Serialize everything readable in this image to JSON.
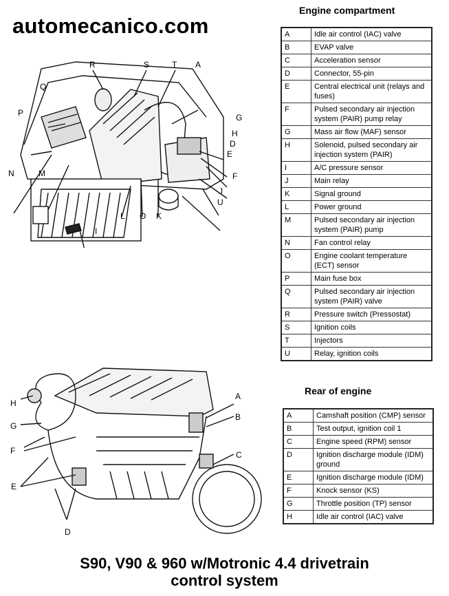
{
  "watermark": "automecanico.com",
  "engine_compartment": {
    "title": "Engine compartment",
    "items": [
      {
        "code": "A",
        "label": "Idle air control (IAC) valve"
      },
      {
        "code": "B",
        "label": "EVAP valve"
      },
      {
        "code": "C",
        "label": "Acceleration sensor"
      },
      {
        "code": "D",
        "label": "Connector, 55-pin"
      },
      {
        "code": "E",
        "label": "Central electrical unit (relays and fuses)"
      },
      {
        "code": "F",
        "label": "Pulsed secondary air injection system (PAIR) pump relay"
      },
      {
        "code": "G",
        "label": "Mass air flow (MAF) sensor"
      },
      {
        "code": "H",
        "label": "Solenoid, pulsed secondary air injection system (PAIR)"
      },
      {
        "code": "I",
        "label": "A/C pressure sensor"
      },
      {
        "code": "J",
        "label": "Main relay"
      },
      {
        "code": "K",
        "label": "Signal ground"
      },
      {
        "code": "L",
        "label": "Power ground"
      },
      {
        "code": "M",
        "label": "Pulsed secondary air injection system (PAIR) pump"
      },
      {
        "code": "N",
        "label": "Fan control relay"
      },
      {
        "code": "O",
        "label": "Engine coolant temperature (ECT) sensor"
      },
      {
        "code": "P",
        "label": "Main fuse box"
      },
      {
        "code": "Q",
        "label": "Pulsed secondary air injection system (PAIR) valve"
      },
      {
        "code": "R",
        "label": "Pressure switch (Pressostat)"
      },
      {
        "code": "S",
        "label": "Ignition coils"
      },
      {
        "code": "T",
        "label": "Injectors"
      },
      {
        "code": "U",
        "label": "Relay, ignition coils"
      }
    ]
  },
  "rear_of_engine": {
    "title": "Rear of engine",
    "items": [
      {
        "code": "A",
        "label": "Camshaft position (CMP) sensor"
      },
      {
        "code": "B",
        "label": "Test output, ignition coil 1"
      },
      {
        "code": "C",
        "label": "Engine speed (RPM) sensor"
      },
      {
        "code": "D",
        "label": "Ignition discharge module (IDM) ground"
      },
      {
        "code": "E",
        "label": "Ignition discharge module (IDM)"
      },
      {
        "code": "F",
        "label": "Knock sensor (KS)"
      },
      {
        "code": "G",
        "label": "Throttle position (TP) sensor"
      },
      {
        "code": "H",
        "label": "Idle air control (IAC) valve"
      }
    ]
  },
  "diagram_top_callouts": [
    "R",
    "S",
    "T",
    "A",
    "Q",
    "P",
    "G",
    "H",
    "D",
    "E",
    "F",
    "J",
    "U",
    "N",
    "M",
    "L",
    "O",
    "K",
    "I"
  ],
  "diagram_bottom_callouts": [
    "H",
    "G",
    "F",
    "E",
    "D",
    "A",
    "B",
    "C"
  ],
  "footer": {
    "line1": "S90, V90 & 960 w/Motronic 4.4 drivetrain",
    "line2": "control system"
  }
}
